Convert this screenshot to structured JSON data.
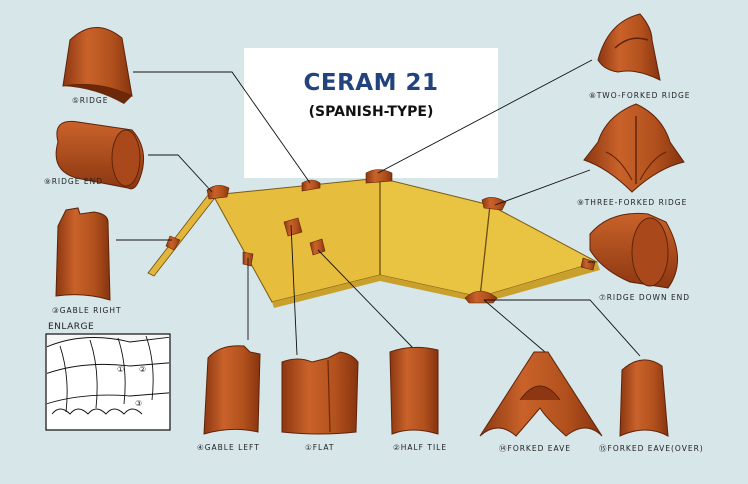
{
  "title": "CERAM 21",
  "subtitle": "(SPANISH-TYPE)",
  "enlarge_label": "ENLARGE",
  "enlarge_markers": [
    "①",
    "②",
    "③"
  ],
  "parts": {
    "ridge": "⑤RIDGE",
    "ridge_end": "⑨RIDGE END",
    "gable_right": "③GABLE RIGHT",
    "gable_left": "④GABLE LEFT",
    "flat": "①FLAT",
    "half_tile": "②HALF TILE",
    "forked_eave": "⑭FORKED EAVE",
    "forked_eave_over": "⑮FORKED EAVE(OVER)",
    "two_forked_ridge": "⑧TWO-FORKED RIDGE",
    "three_forked_ridge": "⑨THREE-FORKED RIDGE",
    "ridge_down_end": "⑦RIDGE DOWN END"
  },
  "colors": {
    "background": "#d6e6e9",
    "roof": "#e6bd3c",
    "tile": "#b8521e",
    "title": "#23437e"
  }
}
